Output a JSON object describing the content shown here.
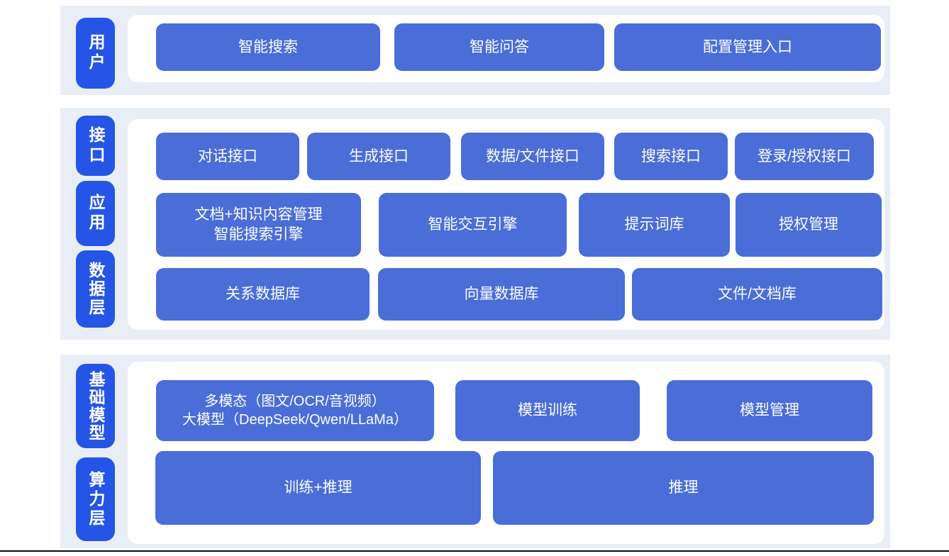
{
  "diagram_title": "AI platform layered architecture diagram",
  "colors": {
    "band_background": "#E9EEF6",
    "layer_label_blue": "#2555E6",
    "block_blue": "#4A6DD8",
    "text_white": "#FFFFFF",
    "bottom_rule": "#0C0C0C"
  },
  "sections": [
    {
      "layer_labels": [
        {
          "text": "用户"
        }
      ],
      "rows": [
        {
          "buttons": [
            {
              "label": "智能搜索"
            },
            {
              "label": "智能问答"
            },
            {
              "label": "配置管理入口"
            }
          ]
        }
      ]
    },
    {
      "layer_labels": [
        {
          "text": "接口"
        },
        {
          "text": "应用"
        },
        {
          "text": "数据层"
        }
      ],
      "rows": [
        {
          "buttons": [
            {
              "label": "对话接口"
            },
            {
              "label": "生成接口"
            },
            {
              "label": "数据/文件接口"
            },
            {
              "label": "搜索接口"
            },
            {
              "label": "登录/授权接口"
            }
          ]
        },
        {
          "buttons": [
            {
              "label": "文档+知识内容管理\n智能搜索引擎"
            },
            {
              "label": "智能交互引擎"
            },
            {
              "label": "提示词库"
            },
            {
              "label": "授权管理"
            }
          ]
        },
        {
          "buttons": [
            {
              "label": "关系数据库"
            },
            {
              "label": "向量数据库"
            },
            {
              "label": "文件/文档库"
            }
          ]
        }
      ]
    },
    {
      "layer_labels": [
        {
          "text": "基础模型"
        },
        {
          "text": "算力层"
        }
      ],
      "rows": [
        {
          "buttons": [
            {
              "label": "多模态（图文/OCR/音视频）\n大模型（DeepSeek/Qwen/LLaMa）"
            },
            {
              "label": "模型训练"
            },
            {
              "label": "模型管理"
            }
          ]
        },
        {
          "buttons": [
            {
              "label": "训练+推理"
            },
            {
              "label": "推理"
            }
          ]
        }
      ]
    }
  ]
}
